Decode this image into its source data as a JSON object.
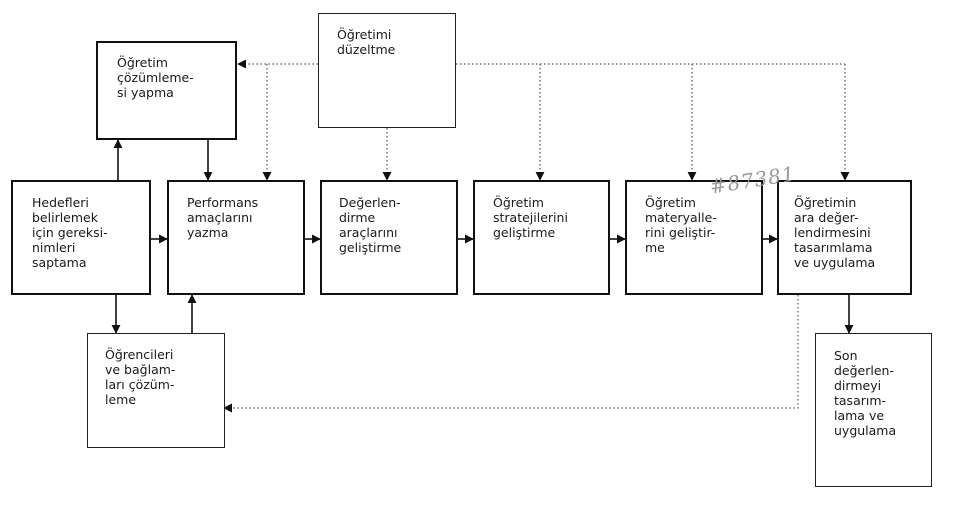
{
  "diagram": {
    "nodes": {
      "instructional_analysis": {
        "label": "Öğretim\nçözümleme-\nsi yapma"
      },
      "revise_instruction": {
        "label": "Öğretimi\ndüzeltme"
      },
      "identify_goals": {
        "label": "Hedefleri\nbelirlemek\niçin gereksi-\nnimleri\nsaptama"
      },
      "performance_objectives": {
        "label": "Performans\namaçlarını\nyazma"
      },
      "assessment_instruments": {
        "label": "Değerlen-\ndirme\naraçlarını\ngeliştirme"
      },
      "instructional_strategy": {
        "label": "Öğretim\nstratejilerini\ngeliştirme"
      },
      "instructional_materials": {
        "label": "Öğretim\nmateryalle-\nrini geliştir-\nme"
      },
      "formative_evaluation": {
        "label": "Öğretimin\nara değer-\nlendirmesini\ntasarımlama\nve uygulama"
      },
      "learner_context_analysis": {
        "label": "Öğrencileri\nve bağlam-\nları çözüm-\nleme"
      },
      "summative_evaluation": {
        "label": "Son\ndeğerlen-\ndirmeyi\ntasarım-\nlama ve\nuygulama"
      }
    },
    "watermark": "#87381"
  }
}
